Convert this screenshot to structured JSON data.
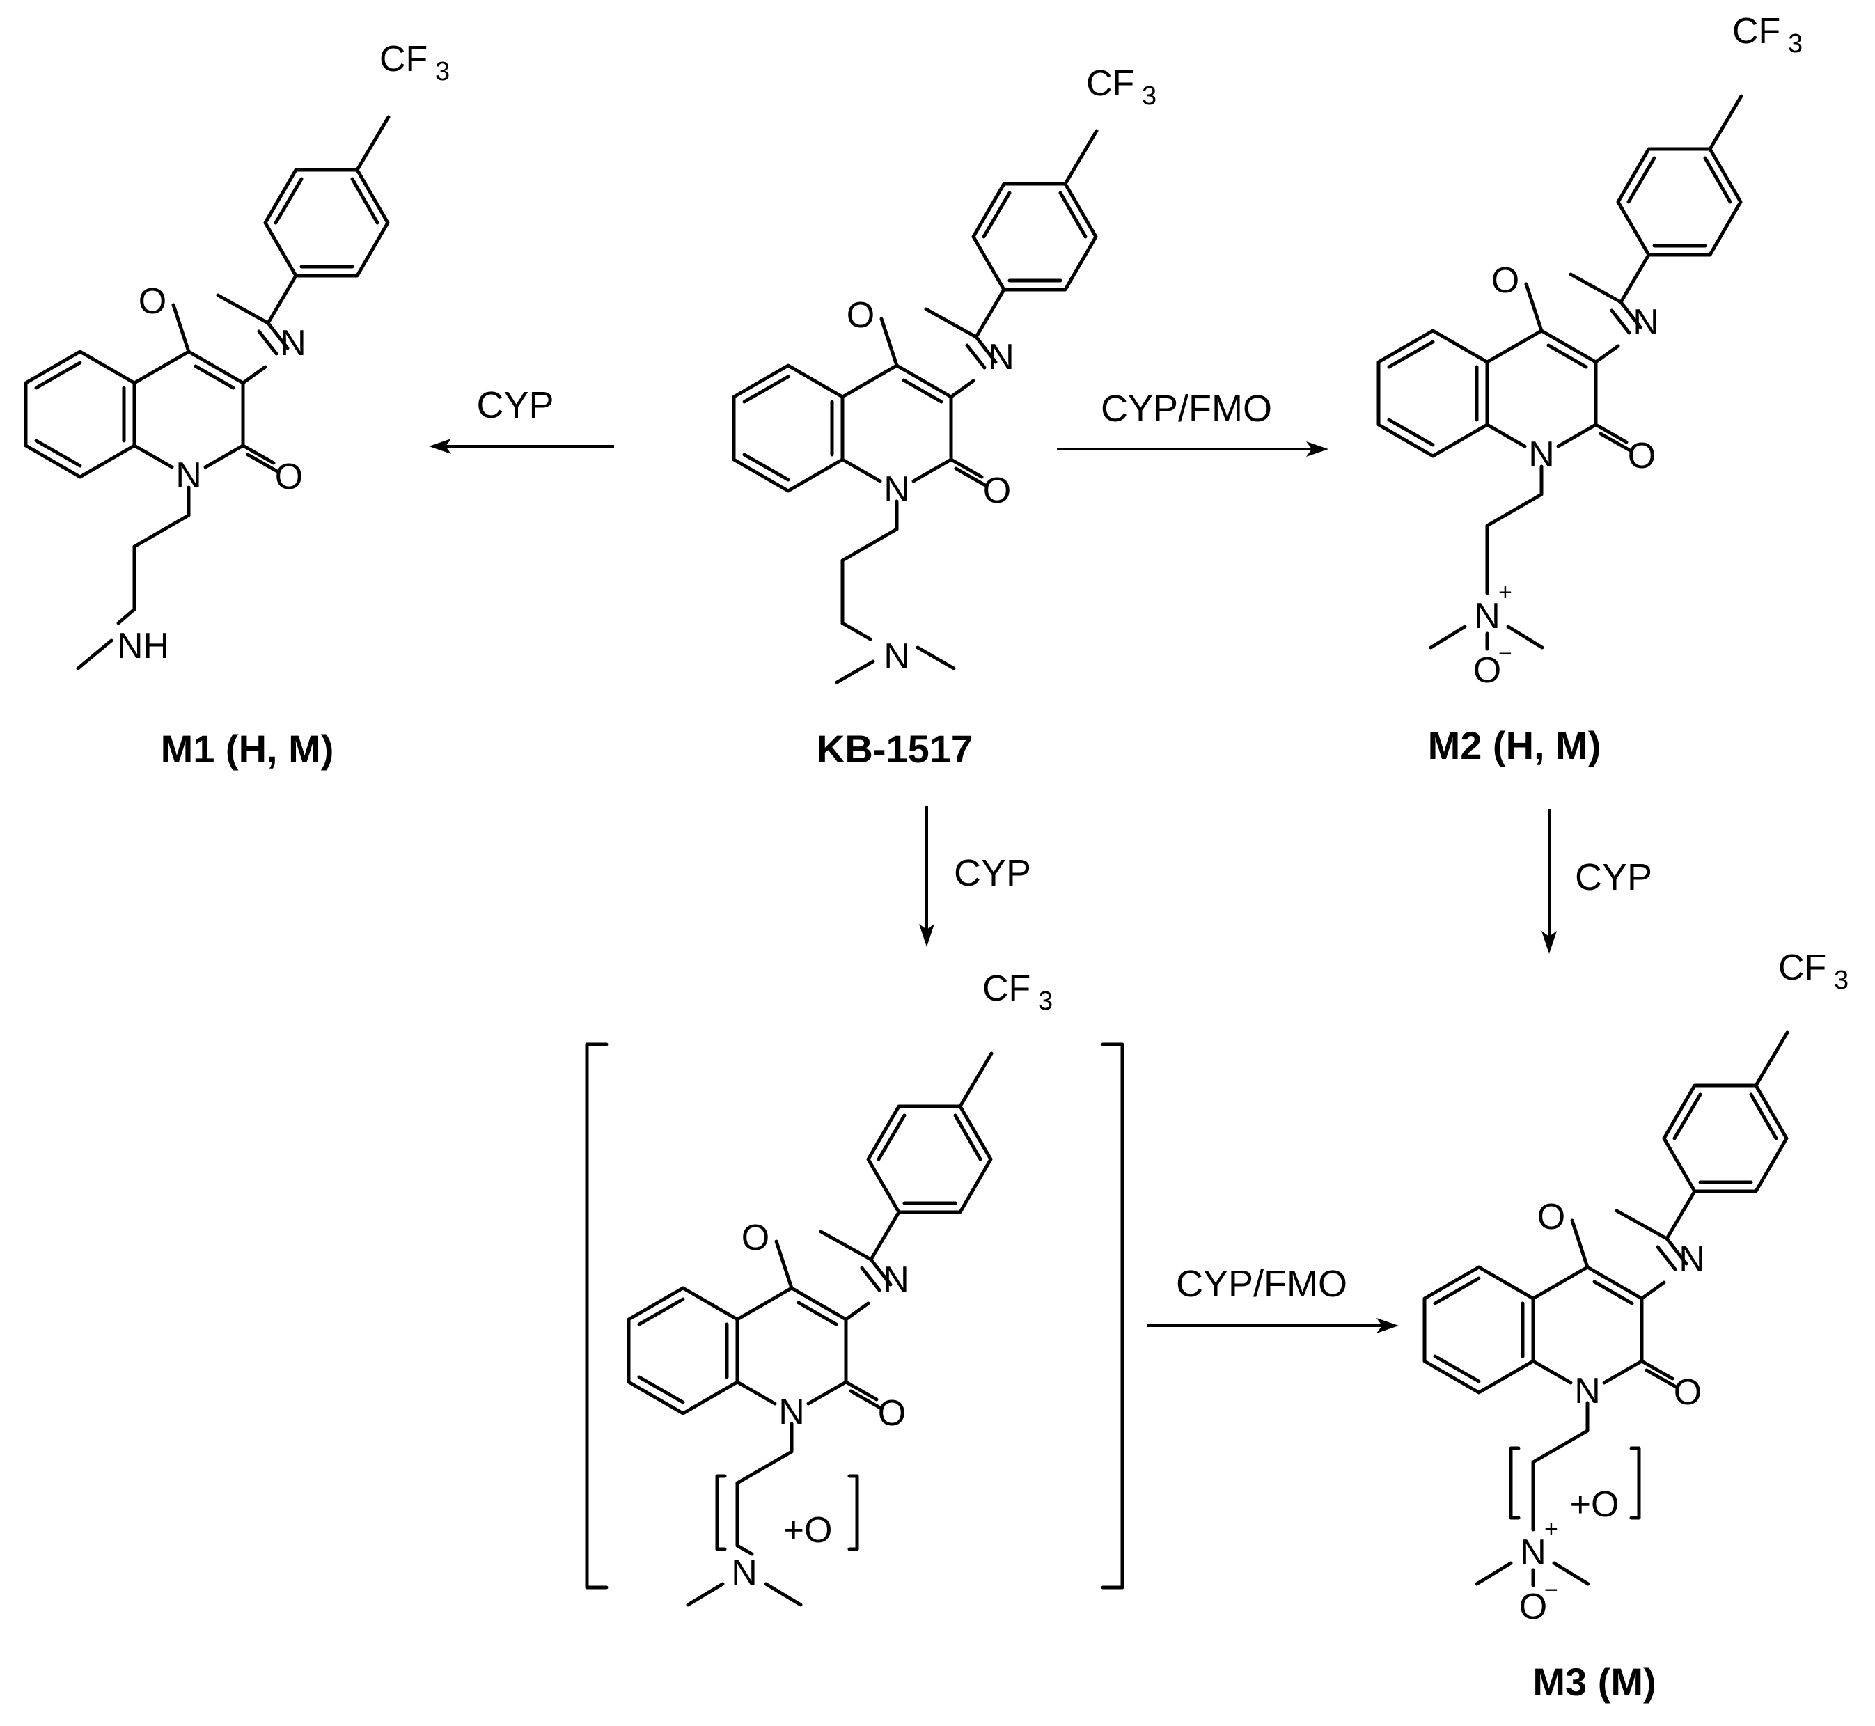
{
  "atoms": {
    "o": "O",
    "n": "N",
    "cf": "CF",
    "three": "3",
    "nh": "NH",
    "plus": "+",
    "minus": "−",
    "plus_o": "+O"
  },
  "conditions": {
    "to_m1": "CYP",
    "to_m2": "CYP/FMO",
    "to_intermediate": "CYP",
    "m2_to_m3": "CYP",
    "intermediate_to_m3": "CYP/FMO"
  },
  "labels": {
    "m1": "M1 (H, M)",
    "parent": "KB-1517",
    "m2": "M2 (H, M)",
    "m3": "M3 (M)"
  }
}
